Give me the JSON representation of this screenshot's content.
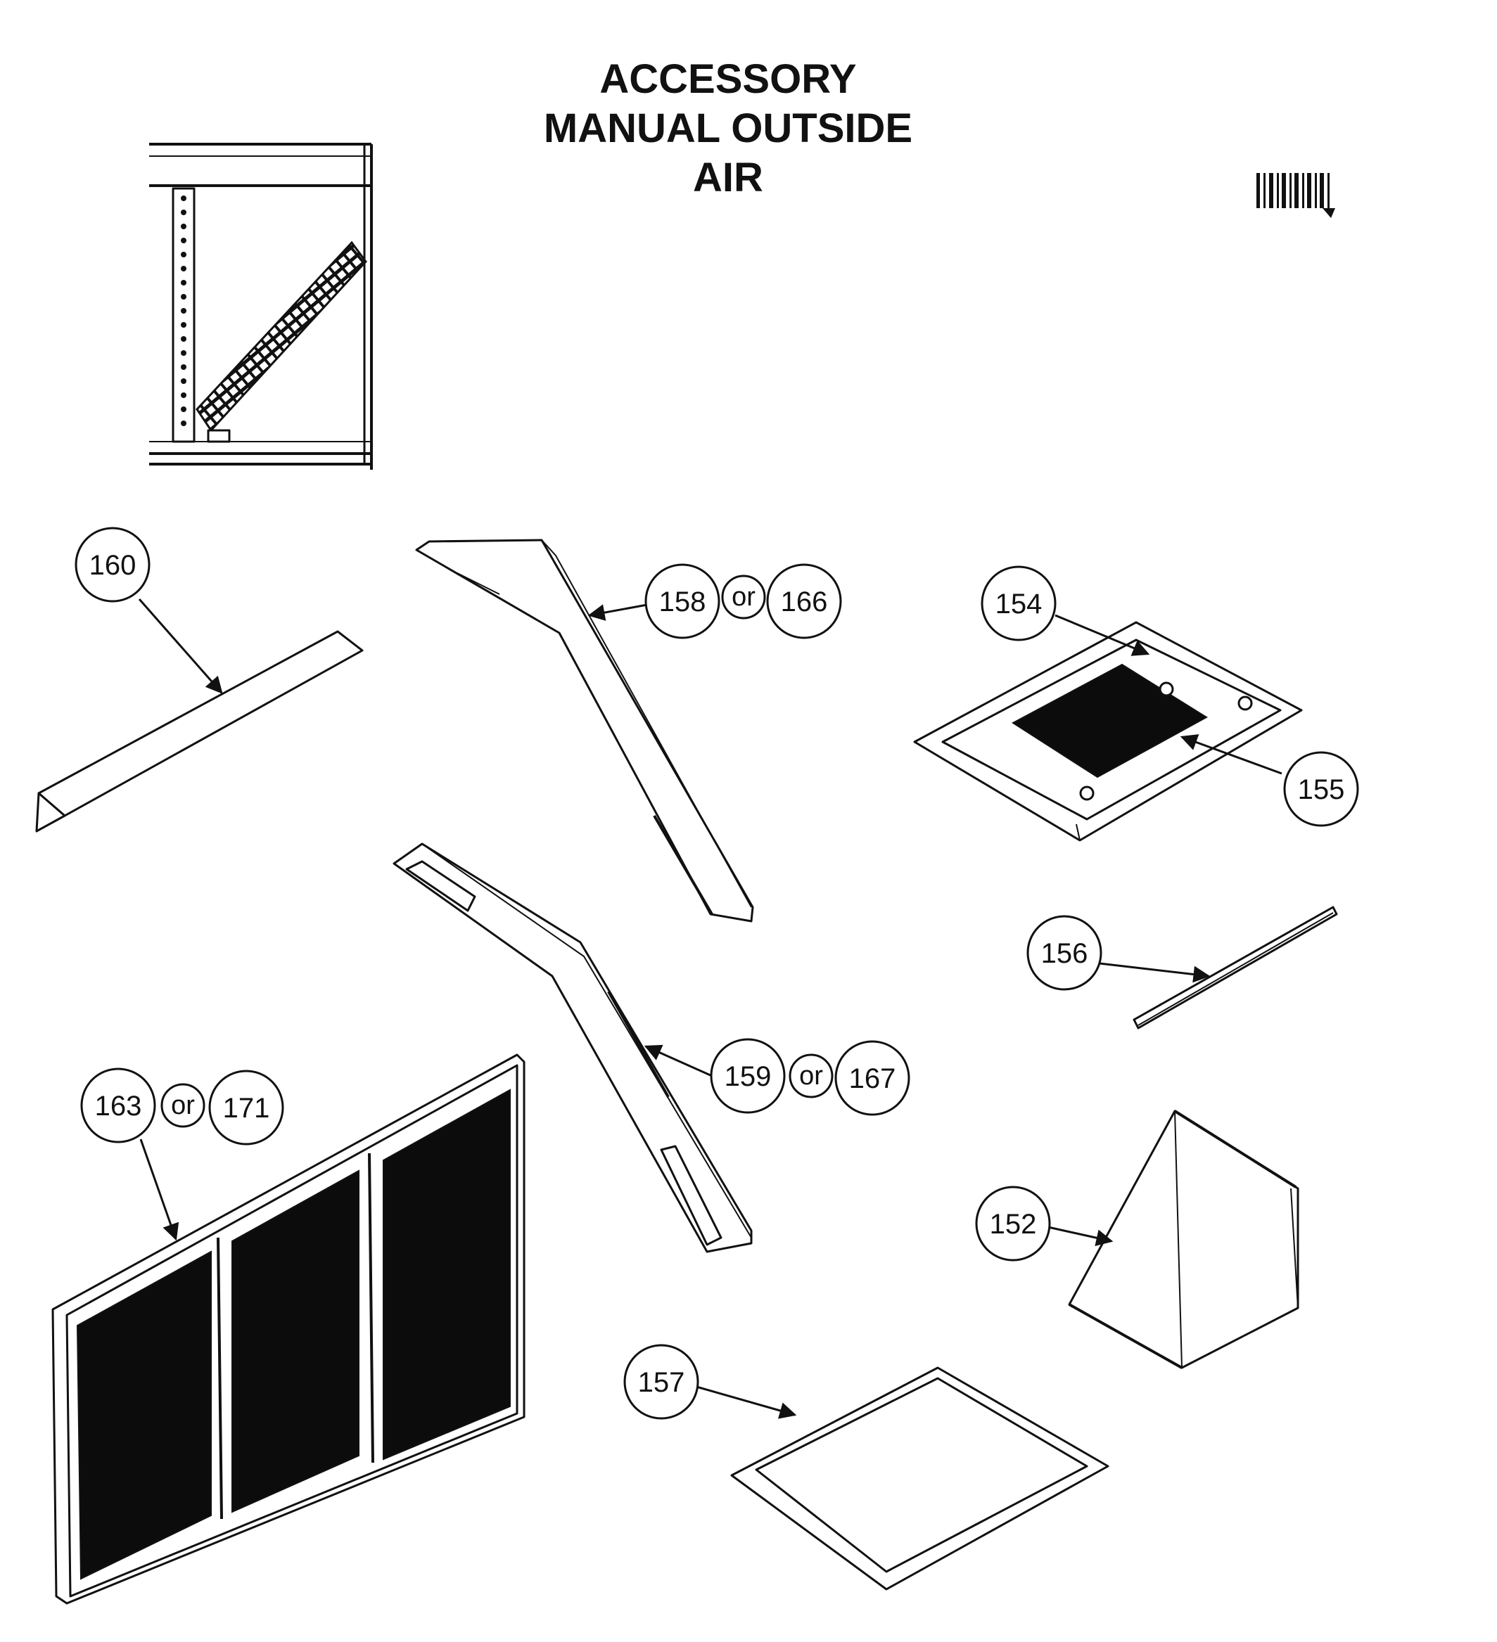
{
  "title": {
    "line1": "ACCESSORY",
    "line2": "MANUAL OUTSIDE",
    "line3": "AIR"
  },
  "callouts": [
    {
      "id": "160",
      "label": "160"
    },
    {
      "id": "158",
      "label": "158"
    },
    {
      "id": "166",
      "label": "166"
    },
    {
      "id": "154",
      "label": "154"
    },
    {
      "id": "155",
      "label": "155"
    },
    {
      "id": "156",
      "label": "156"
    },
    {
      "id": "159",
      "label": "159"
    },
    {
      "id": "167",
      "label": "167"
    },
    {
      "id": "163",
      "label": "163"
    },
    {
      "id": "171",
      "label": "171"
    },
    {
      "id": "152",
      "label": "152"
    },
    {
      "id": "157",
      "label": "157"
    }
  ],
  "connectors": {
    "or": "or"
  },
  "icons": {
    "barcode": "barcode-icon"
  },
  "colors": {
    "ink": "#111111",
    "filter_media": "#0c0c0c",
    "background": "#ffffff"
  }
}
